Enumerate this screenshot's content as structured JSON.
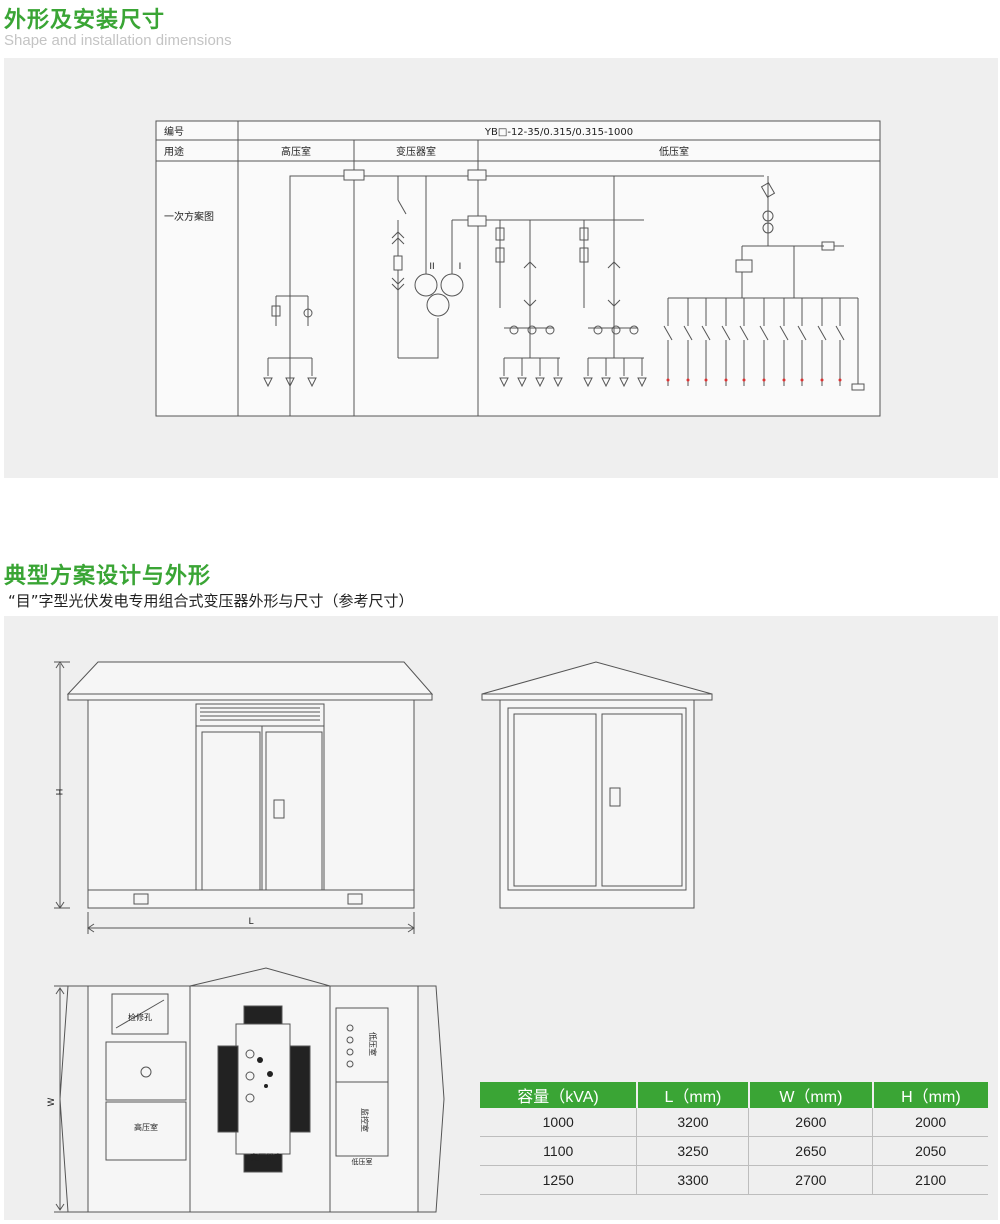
{
  "section1": {
    "title": "外形及安装尺寸",
    "subtitle": "Shape and installation dimensions"
  },
  "scheme_table": {
    "row_number_label": "编号",
    "model": "YB□-12-35/0.315/0.315-1000",
    "row_use_label": "用途",
    "high_voltage_room": "高压室",
    "transformer_room": "变压器室",
    "low_voltage_room": "低压室",
    "primary_scheme_label": "一次方案图",
    "winding_2": "II",
    "winding_1": "I"
  },
  "section2": {
    "title": "典型方案设计与外形",
    "caption": "“目”字型光伏发电专用组合式变压器外形与尺寸（参考尺寸）"
  },
  "drawing": {
    "dim_h": "H",
    "dim_l": "L",
    "dim_w": "W",
    "inspection_hole": "检修孔",
    "high_voltage_room": "高压室",
    "transformer_room": "变压器室",
    "low_voltage_room": "低压室",
    "low_voltage_compartment": "低压室",
    "monitor_compartment": "监控室"
  },
  "spec_table": {
    "headers": [
      "容量（kVA)",
      "L（mm)",
      "W（mm)",
      "H（mm)"
    ],
    "rows": [
      [
        "1000",
        "3200",
        "2600",
        "2000"
      ],
      [
        "1100",
        "3250",
        "2650",
        "2050"
      ],
      [
        "1250",
        "3300",
        "2700",
        "2100"
      ]
    ]
  }
}
